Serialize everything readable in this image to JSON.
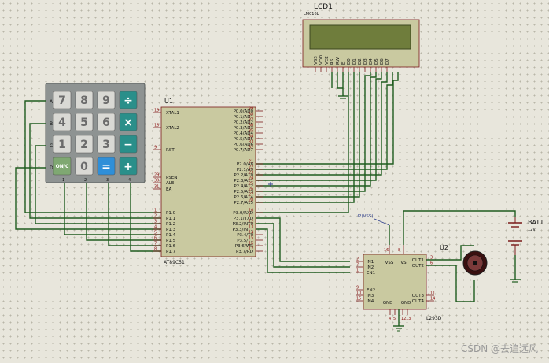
{
  "lcd": {
    "ref": "LCD1",
    "part": "LM016L",
    "pins": [
      "VSS",
      "VDD",
      "VEE",
      "RS",
      "RW",
      "E",
      "D0",
      "D1",
      "D2",
      "D3",
      "D4",
      "D5",
      "D6",
      "D7"
    ]
  },
  "mcu": {
    "ref": "U1",
    "part": "AT89C51",
    "left_pins": [
      {
        "num": "19",
        "name": "XTAL1"
      },
      {
        "num": "18",
        "name": "XTAL2"
      },
      {
        "num": "9",
        "name": "RST"
      },
      {
        "num": "29",
        "name": "PSEN"
      },
      {
        "num": "30",
        "name": "ALE"
      },
      {
        "num": "31",
        "name": "EA"
      },
      {
        "num": "1",
        "name": "P1.0"
      },
      {
        "num": "2",
        "name": "P1.1"
      },
      {
        "num": "3",
        "name": "P1.2"
      },
      {
        "num": "4",
        "name": "P1.3"
      },
      {
        "num": "5",
        "name": "P1.4"
      },
      {
        "num": "6",
        "name": "P1.5"
      },
      {
        "num": "7",
        "name": "P1.6"
      },
      {
        "num": "8",
        "name": "P1.7"
      }
    ],
    "right_pins": [
      {
        "num": "39",
        "name": "P0.0/AD0"
      },
      {
        "num": "38",
        "name": "P0.1/AD1"
      },
      {
        "num": "37",
        "name": "P0.2/AD2"
      },
      {
        "num": "36",
        "name": "P0.3/AD3"
      },
      {
        "num": "35",
        "name": "P0.4/AD4"
      },
      {
        "num": "34",
        "name": "P0.5/AD5"
      },
      {
        "num": "33",
        "name": "P0.6/AD6"
      },
      {
        "num": "32",
        "name": "P0.7/AD7"
      },
      {
        "num": "21",
        "name": "P2.0/A8"
      },
      {
        "num": "22",
        "name": "P2.1/A9"
      },
      {
        "num": "23",
        "name": "P2.2/A10"
      },
      {
        "num": "24",
        "name": "P2.3/A11"
      },
      {
        "num": "25",
        "name": "P2.4/A12"
      },
      {
        "num": "26",
        "name": "P2.5/A13"
      },
      {
        "num": "27",
        "name": "P2.6/A14"
      },
      {
        "num": "28",
        "name": "P2.7/A15"
      },
      {
        "num": "10",
        "name": "P3.0/RXD"
      },
      {
        "num": "11",
        "name": "P3.1/TXD"
      },
      {
        "num": "12",
        "name": "P3.2/INT0"
      },
      {
        "num": "13",
        "name": "P3.3/INT1"
      },
      {
        "num": "14",
        "name": "P3.4/T0"
      },
      {
        "num": "15",
        "name": "P3.5/T1"
      },
      {
        "num": "16",
        "name": "P3.6/WR"
      },
      {
        "num": "17",
        "name": "P3.7/RD"
      }
    ]
  },
  "keypad": {
    "row_labels": [
      "A",
      "B",
      "C",
      "D"
    ],
    "col_labels": [
      "1",
      "2",
      "3",
      "4"
    ],
    "keys": [
      [
        "7",
        "8",
        "9",
        "÷"
      ],
      [
        "4",
        "5",
        "6",
        "×"
      ],
      [
        "1",
        "2",
        "3",
        "−"
      ],
      [
        "ON/C",
        "0",
        "=",
        "+"
      ]
    ]
  },
  "driver": {
    "ref": "U2",
    "part": "L293D",
    "net_label": "U2(VSS)",
    "left_pins": [
      {
        "num": "2",
        "name": "IN1"
      },
      {
        "num": "7",
        "name": "IN2"
      },
      {
        "num": "1",
        "name": "EN1"
      },
      {
        "num": "9",
        "name": "EN2"
      },
      {
        "num": "10",
        "name": "IN3"
      },
      {
        "num": "15",
        "name": "IN4"
      }
    ],
    "right_pins": [
      {
        "num": "3",
        "name": "OUT1"
      },
      {
        "num": "6",
        "name": "OUT2"
      },
      {
        "num": "11",
        "name": "OUT3"
      },
      {
        "num": "14",
        "name": "OUT4"
      }
    ],
    "top_pins": [
      {
        "num": "16",
        "name": "VSS"
      },
      {
        "num": "8",
        "name": "VS"
      }
    ],
    "bottom_pins": [
      {
        "num": "4",
        "name": "GND"
      },
      {
        "num": "5",
        "name": "GND"
      },
      {
        "num": "12",
        "name": "GND"
      },
      {
        "num": "13",
        "name": "GND"
      }
    ]
  },
  "battery": {
    "ref": "BAT1",
    "value": "12V"
  },
  "watermark": "CSDN @去追远风",
  "colors": {
    "wire": "#1f5c1f",
    "body": "#c9c9a0",
    "outline": "#7a1a1a",
    "pin": "#7a1a1a"
  }
}
